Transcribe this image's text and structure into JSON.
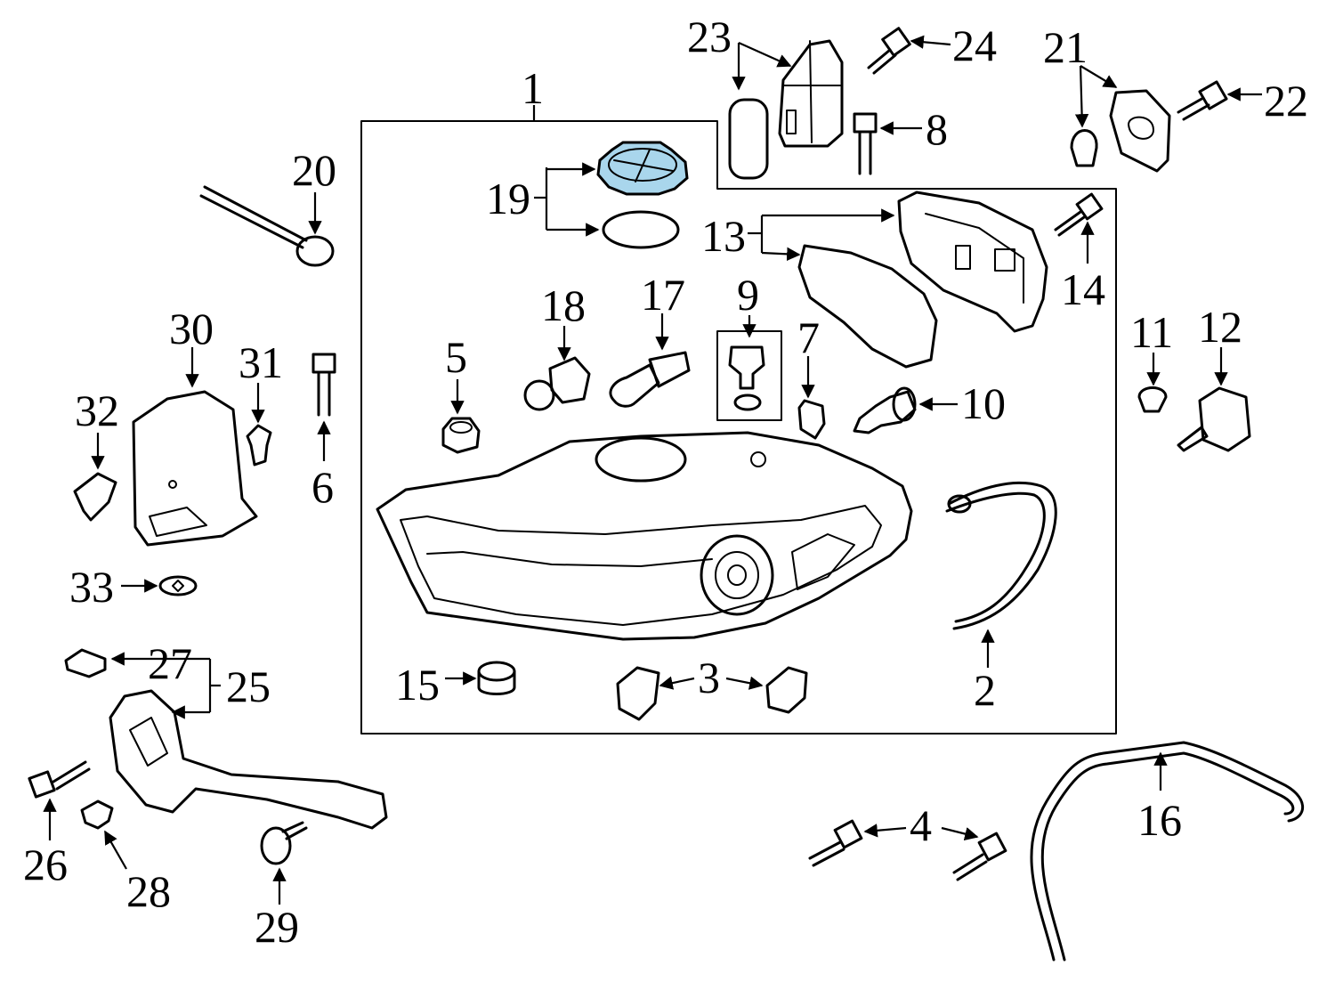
{
  "diagram": {
    "highlight_color": "#a9d6ec",
    "labels": {
      "l1": "1",
      "l2": "2",
      "l3": "3",
      "l4": "4",
      "l5": "5",
      "l6": "6",
      "l7": "7",
      "l8": "8",
      "l9": "9",
      "l10": "10",
      "l11": "11",
      "l12": "12",
      "l13": "13",
      "l14": "14",
      "l15": "15",
      "l16": "16",
      "l17": "17",
      "l18": "18",
      "l19": "19",
      "l20": "20",
      "l21": "21",
      "l22": "22",
      "l23": "23",
      "l24": "24",
      "l25": "25",
      "l26": "26",
      "l27": "27",
      "l28": "28",
      "l29": "29",
      "l30": "30",
      "l31": "31",
      "l32": "32",
      "l33": "33"
    }
  }
}
